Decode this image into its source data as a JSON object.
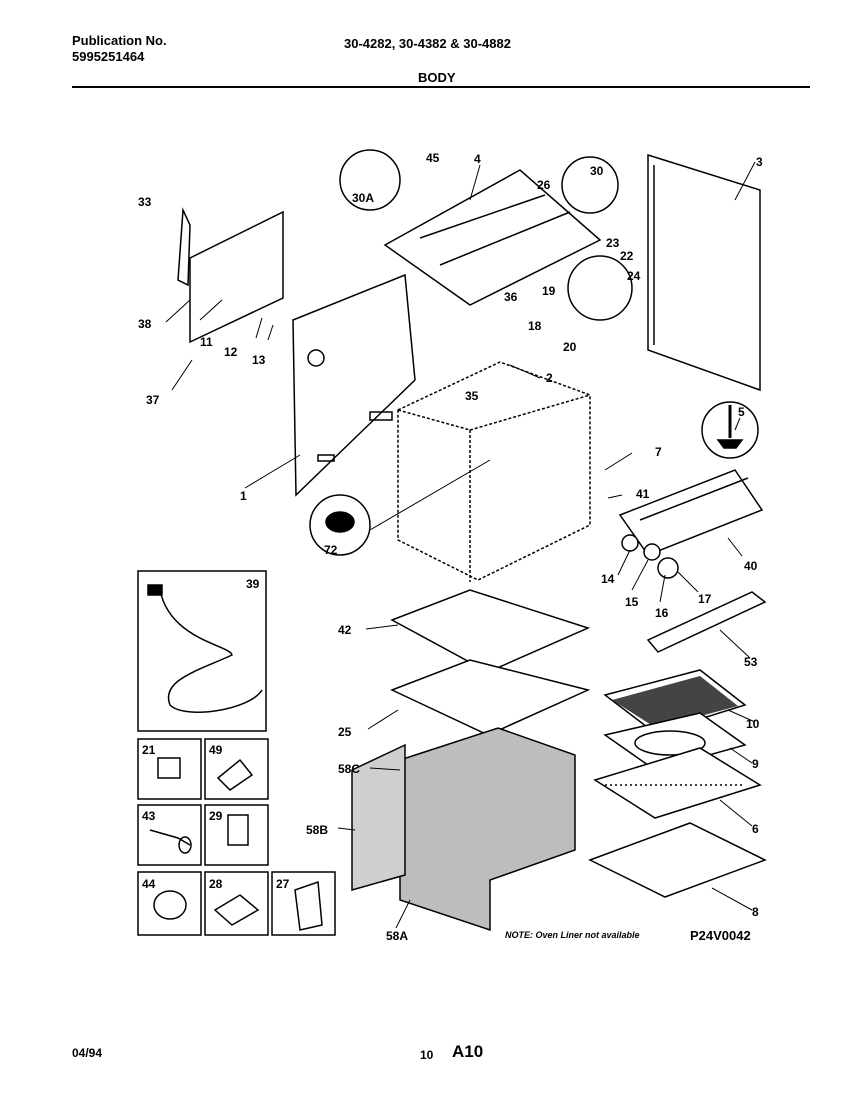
{
  "header": {
    "publication_label": "Publication No.",
    "publication_number": "5995251464",
    "models": "30-4282, 30-4382 & 30-4882",
    "section": "BODY"
  },
  "callouts": [
    "1",
    "2",
    "3",
    "4",
    "5",
    "6",
    "7",
    "8",
    "9",
    "10",
    "11",
    "12",
    "13",
    "14",
    "15",
    "16",
    "17",
    "18",
    "19",
    "20",
    "22",
    "23",
    "24",
    "25",
    "26",
    "30",
    "30A",
    "33",
    "35",
    "36",
    "37",
    "38",
    "40",
    "41",
    "42",
    "45",
    "53",
    "58A",
    "58B",
    "58C",
    "72"
  ],
  "inset_labels": {
    "cord": "39",
    "clip": "21",
    "bracket_a": "49",
    "screw": "43",
    "bracket_b": "29",
    "knob": "44",
    "clip_b": "28",
    "clip_c": "27"
  },
  "note": "NOTE: Oven Liner not available",
  "drawing_code": "P24V0042",
  "footer": {
    "date": "04/94",
    "page_number": "10",
    "page_code": "A10"
  }
}
